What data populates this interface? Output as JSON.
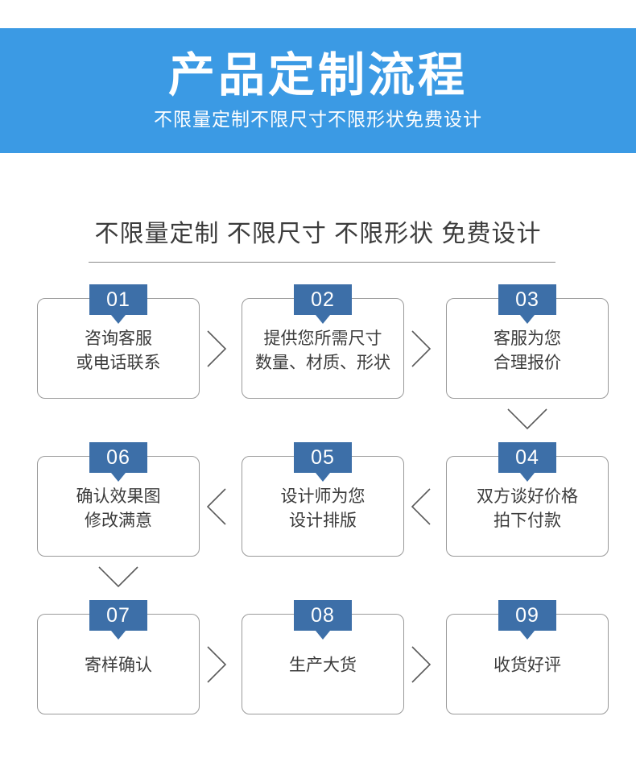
{
  "banner": {
    "title": "产品定制流程",
    "subtitle": "不限量定制不限尺寸不限形状免费设计",
    "background_color": "#3b9ae4",
    "text_color": "#ffffff"
  },
  "section": {
    "heading": "不限量定制 不限尺寸 不限形状 免费设计",
    "divider_color": "#8a8a8a"
  },
  "theme": {
    "badge_color": "#3d6fa8",
    "card_border_color": "#9a9a9a",
    "text_color": "#3c3c3c"
  },
  "flow": {
    "rows": [
      {
        "direction": "right",
        "steps": [
          {
            "number": "01",
            "lines": [
              "咨询客服",
              "或电话联系"
            ]
          },
          {
            "number": "02",
            "lines": [
              "提供您所需尺寸",
              "数量、材质、形状"
            ]
          },
          {
            "number": "03",
            "lines": [
              "客服为您",
              "合理报价"
            ]
          }
        ]
      },
      {
        "direction": "left",
        "steps": [
          {
            "number": "06",
            "lines": [
              "确认效果图",
              "修改满意"
            ]
          },
          {
            "number": "05",
            "lines": [
              "设计师为您",
              "设计排版"
            ]
          },
          {
            "number": "04",
            "lines": [
              "双方谈好价格",
              "拍下付款"
            ]
          }
        ]
      },
      {
        "direction": "right",
        "steps": [
          {
            "number": "07",
            "lines": [
              "寄样确认"
            ]
          },
          {
            "number": "08",
            "lines": [
              "生产大货"
            ]
          },
          {
            "number": "09",
            "lines": [
              "收货好评"
            ]
          }
        ]
      }
    ]
  }
}
